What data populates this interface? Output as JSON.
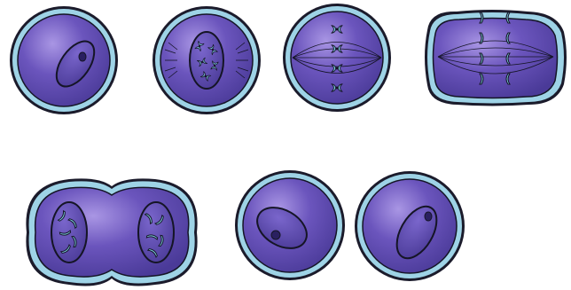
{
  "figure": {
    "stages": [
      {
        "id": "interphase"
      },
      {
        "id": "prophase"
      },
      {
        "id": "metaphase"
      },
      {
        "id": "anaphase"
      },
      {
        "id": "telophase"
      },
      {
        "id": "daughter-cell-a"
      },
      {
        "id": "daughter-cell-b"
      }
    ],
    "colors": {
      "membrane_outer": "#1b1b2b",
      "membrane_fill": "#9ed3e6",
      "cytoplasm": "#6a52b8",
      "cytoplasm_light": "#9a86dc",
      "nucleus": "#5643a4",
      "chromosome": "#7ecde0",
      "outline": "#151526"
    }
  }
}
